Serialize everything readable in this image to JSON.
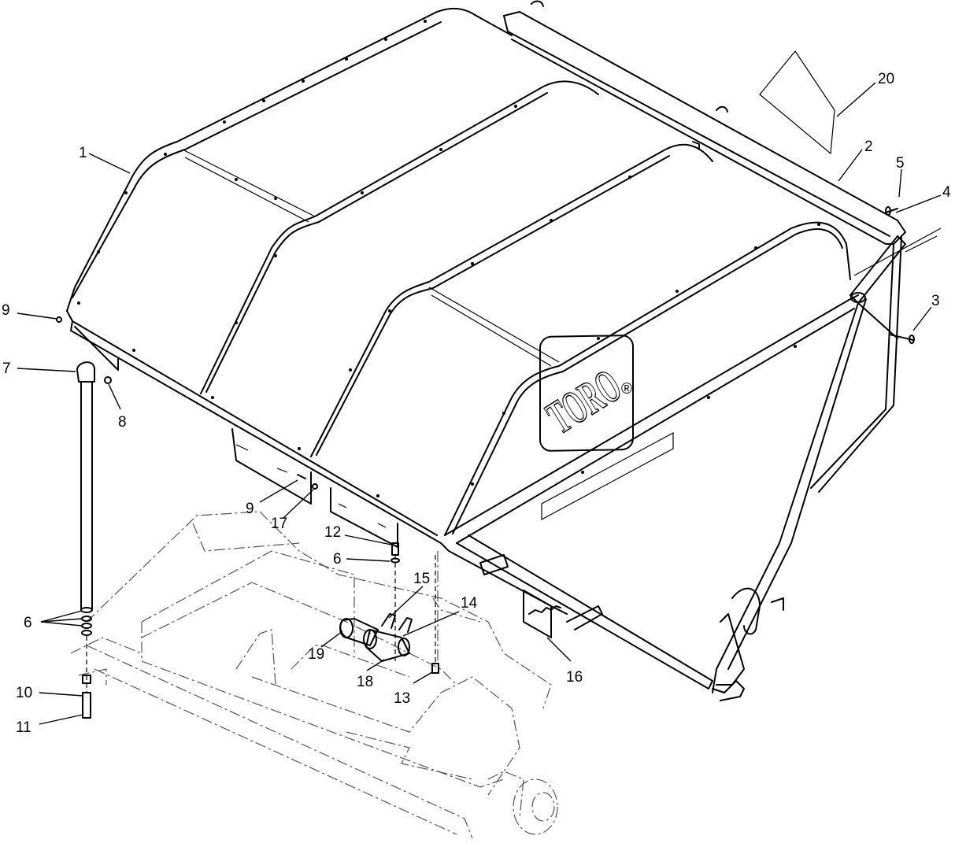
{
  "diagram": {
    "logo_text": "TORO",
    "logo_mark": "®",
    "callouts": [
      {
        "id": "c1",
        "label": "1"
      },
      {
        "id": "c2",
        "label": "2"
      },
      {
        "id": "c3",
        "label": "3"
      },
      {
        "id": "c4",
        "label": "4"
      },
      {
        "id": "c5",
        "label": "5"
      },
      {
        "id": "c6a",
        "label": "6"
      },
      {
        "id": "c6b",
        "label": "6"
      },
      {
        "id": "c7",
        "label": "7"
      },
      {
        "id": "c8",
        "label": "8"
      },
      {
        "id": "c9a",
        "label": "9"
      },
      {
        "id": "c9b",
        "label": "9"
      },
      {
        "id": "c10",
        "label": "10"
      },
      {
        "id": "c11",
        "label": "11"
      },
      {
        "id": "c12",
        "label": "12"
      },
      {
        "id": "c13",
        "label": "13"
      },
      {
        "id": "c14",
        "label": "14"
      },
      {
        "id": "c15",
        "label": "15"
      },
      {
        "id": "c16",
        "label": "16"
      },
      {
        "id": "c17",
        "label": "17"
      },
      {
        "id": "c18",
        "label": "18"
      },
      {
        "id": "c19",
        "label": "19"
      },
      {
        "id": "c20",
        "label": "20"
      }
    ]
  }
}
